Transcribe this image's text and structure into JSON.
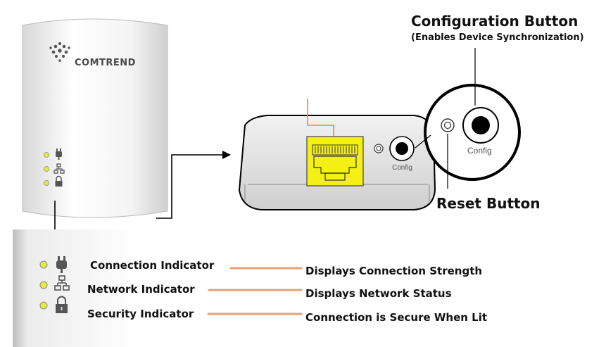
{
  "brand": {
    "name": "COMTREND"
  },
  "callouts": {
    "config_button_title": "Configuration Button",
    "config_button_subtitle": "(Enables Device Synchronization)",
    "reset_button": "Reset Button",
    "port_config_label": "Config",
    "zoom_config_label": "Config"
  },
  "indicators": [
    {
      "icon": "plug-icon",
      "label": "Connection Indicator",
      "description": "Displays Connection Strength"
    },
    {
      "icon": "network-icon",
      "label": "Network Indicator",
      "description": "Displays Network Status"
    },
    {
      "icon": "lock-icon",
      "label": "Security Indicator",
      "description": "Connection is Secure When Lit"
    }
  ],
  "colors": {
    "led": "#e6ea3c",
    "ethernet_port": "#f4ef14",
    "leader_line": "#e8a070",
    "outline": "#000000"
  }
}
